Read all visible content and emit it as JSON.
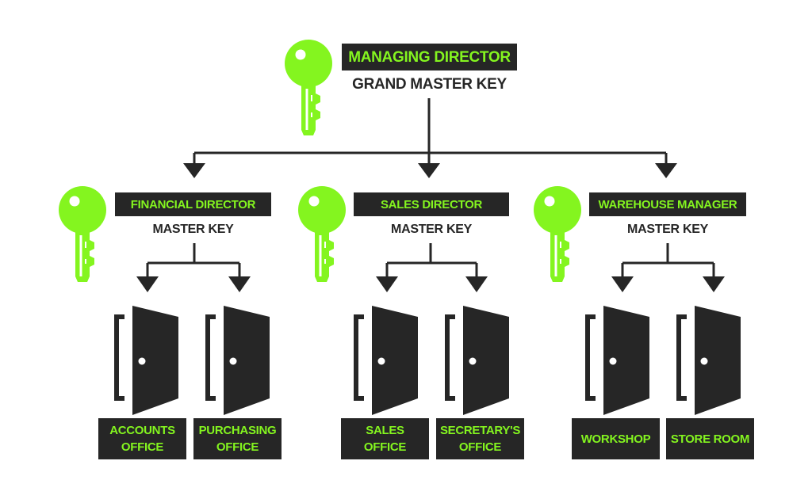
{
  "colors": {
    "accent": "#84f51f",
    "dark": "#262626",
    "background": "#ffffff"
  },
  "top": {
    "role": "MANAGING DIRECTOR",
    "key": "GRAND MASTER KEY",
    "icon": "key-icon"
  },
  "branches": [
    {
      "role": "FINANCIAL DIRECTOR",
      "key": "MASTER KEY",
      "icon": "key-icon",
      "rooms": [
        {
          "name": "ACCOUNTS\nOFFICE",
          "icon": "door-icon"
        },
        {
          "name": "PURCHASING\nOFFICE",
          "icon": "door-icon"
        }
      ]
    },
    {
      "role": "SALES DIRECTOR",
      "key": "MASTER KEY",
      "icon": "key-icon",
      "rooms": [
        {
          "name": "SALES\nOFFICE",
          "icon": "door-icon"
        },
        {
          "name": "SECRETARY'S\nOFFICE",
          "icon": "door-icon"
        }
      ]
    },
    {
      "role": "WAREHOUSE MANAGER",
      "key": "MASTER KEY",
      "icon": "key-icon",
      "rooms": [
        {
          "name": "WORKSHOP",
          "icon": "door-icon"
        },
        {
          "name": "STORE ROOM",
          "icon": "door-icon"
        }
      ]
    }
  ]
}
